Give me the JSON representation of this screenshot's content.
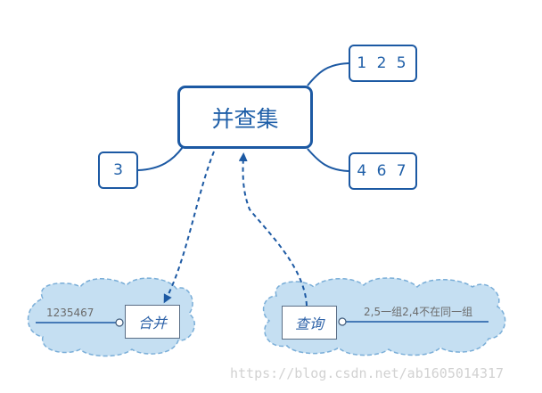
{
  "central_topic": "并查集",
  "leaves": {
    "top_right": "1 2 5",
    "left": "3",
    "bottom_right": "4 6 7"
  },
  "operations": {
    "merge": {
      "label": "合并",
      "note": "1235467"
    },
    "query": {
      "label": "查询",
      "note": "2,5一组2,4不在同一组"
    }
  },
  "watermark": "https://blog.csdn.net/ab1605014317",
  "colors": {
    "primary_border": "#1c59a3",
    "text_blue": "#1f5fa8",
    "cloud_fill": "#c5dff2",
    "cloud_border": "#7aaed8",
    "arrow": "#1c59a3"
  }
}
